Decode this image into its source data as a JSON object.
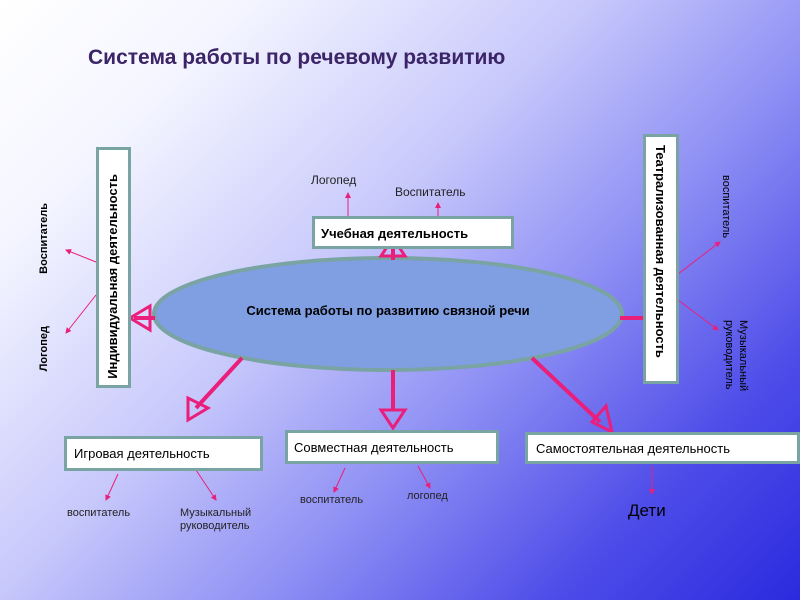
{
  "title": "Система работы по речевому развитию",
  "center": {
    "label": "Система работы по развитию связной речи"
  },
  "nodes": {
    "individual": "Индивидуальная деятельность",
    "theatrical": "Театрализованная деятельность",
    "learning": "Учебная деятельность",
    "game": "Игровая деятельность",
    "joint": "Совместная деятельность",
    "independent": "Самостоятельная деятельность"
  },
  "notes": {
    "individual_teacher": "Воспитатель",
    "individual_speech": "Логопед",
    "learning_speech": "Логопед",
    "learning_teacher": "Воспитатель",
    "theatrical_teacher": "воспитатель",
    "theatrical_music": "Музыкальный руководитель",
    "game_teacher": "воспитатель",
    "game_music": "Музыкальный руководитель",
    "joint_teacher": "воспитатель",
    "joint_speech": "логопед",
    "independent_children": "Дети"
  },
  "colors": {
    "arrow": "#ea1f7c",
    "ellipse_fill": "#7f9fe2",
    "ellipse_stroke": "#7aa3a3",
    "box_border": "#7aa3a3",
    "title": "#3b2467"
  }
}
